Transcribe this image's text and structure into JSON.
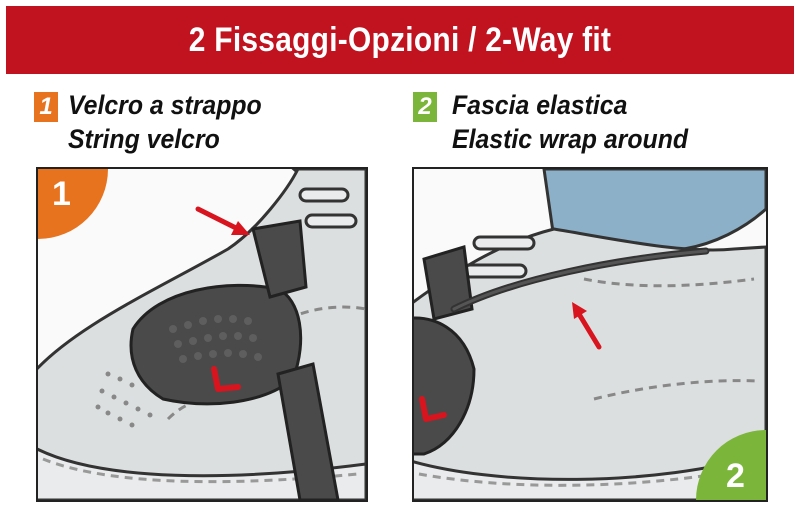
{
  "banner": {
    "title": "2 Fissaggi-Opzioni / 2-Way fit"
  },
  "option1": {
    "number": "1",
    "line1": "Velcro a strappo",
    "line2": "String velcro"
  },
  "option2": {
    "number": "2",
    "line1": "Fascia elastica",
    "line2": "Elastic wrap around"
  },
  "panel1": {
    "corner_number": "1"
  },
  "panel2": {
    "corner_number": "2"
  },
  "colors": {
    "banner_red": "#c0121f",
    "option1_orange": "#e8731e",
    "option2_green": "#7bb53a",
    "arrow_red": "#d8141f",
    "shoe_grey": "#dcdfe0",
    "protector_dark": "#4a4a4a",
    "jeans_blue": "#8cb0c8"
  },
  "icons": [
    "arrow-pointer-icon",
    "logo-l-icon"
  ]
}
